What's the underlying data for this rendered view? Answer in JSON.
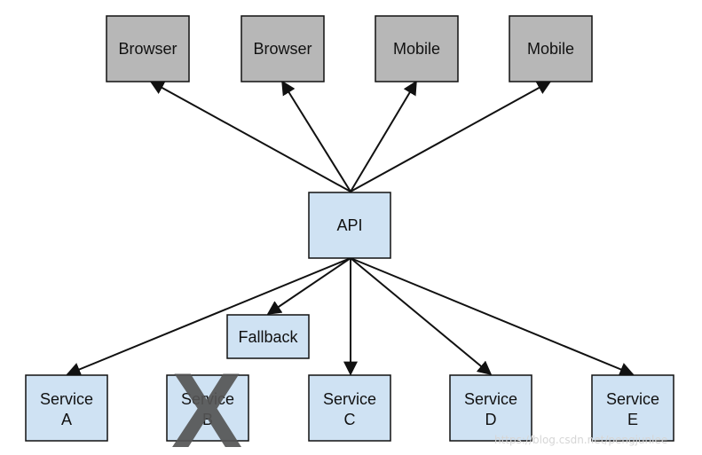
{
  "colors": {
    "client_fill": "#b7b7b7",
    "api_fill": "#cfe2f3",
    "service_fill": "#cfe2f3",
    "border": "#111111",
    "arrow": "#111111",
    "x_mark": "#555555"
  },
  "clients": [
    {
      "label": "Browser"
    },
    {
      "label": "Browser"
    },
    {
      "label": "Mobile"
    },
    {
      "label": "Mobile"
    }
  ],
  "api": {
    "label": "API"
  },
  "fallback": {
    "label": "Fallback"
  },
  "services": [
    {
      "line1": "Service",
      "line2": "A",
      "failed": false
    },
    {
      "line1": "Service",
      "line2": "B",
      "failed": true
    },
    {
      "line1": "Service",
      "line2": "C",
      "failed": false
    },
    {
      "line1": "Service",
      "line2": "D",
      "failed": false
    },
    {
      "line1": "Service",
      "line2": "E",
      "failed": false
    }
  ],
  "failure_mark": {
    "label": "X",
    "icon": "x-mark-icon"
  },
  "watermark": "https://blog.csdn.net/pengjunlee"
}
